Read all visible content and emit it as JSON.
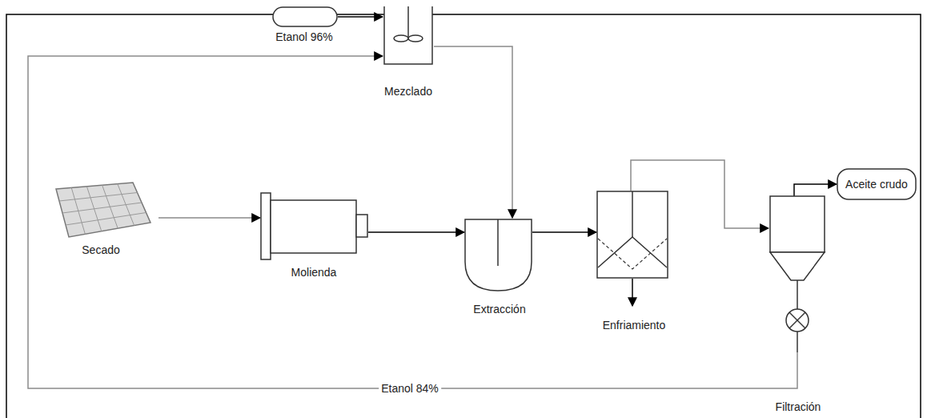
{
  "diagram": {
    "nodes": [
      {
        "text": [
          "Etanol 96%"
        ]
      },
      {
        "text": [
          "Mezclado"
        ]
      },
      {
        "text": [
          "Secado"
        ]
      },
      {
        "text": [
          "Molienda"
        ]
      },
      {
        "text": [
          "Extracción"
        ]
      },
      {
        "text": [
          "Enfriamiento"
        ]
      },
      {
        "text": [
          "Filtración"
        ]
      },
      {
        "text": [
          "Aceite crudo"
        ]
      }
    ],
    "edges": [
      {
        "from": 0,
        "to": 1,
        "arrow": "to"
      },
      {
        "from": 2,
        "to": 3,
        "arrow": "to"
      },
      {
        "from": 1,
        "to": 4,
        "arrow": "to"
      },
      {
        "from": 3,
        "to": 4,
        "arrow": "to"
      },
      {
        "from": 4,
        "to": 5,
        "arrow": "to"
      },
      {
        "from": 5,
        "to": 6,
        "arrow": "to"
      },
      {
        "from": 6,
        "to": 7,
        "arrow": "to"
      },
      {
        "from": 6,
        "to": 1,
        "label": "Etanol 84%",
        "arrow": "to"
      }
    ]
  }
}
